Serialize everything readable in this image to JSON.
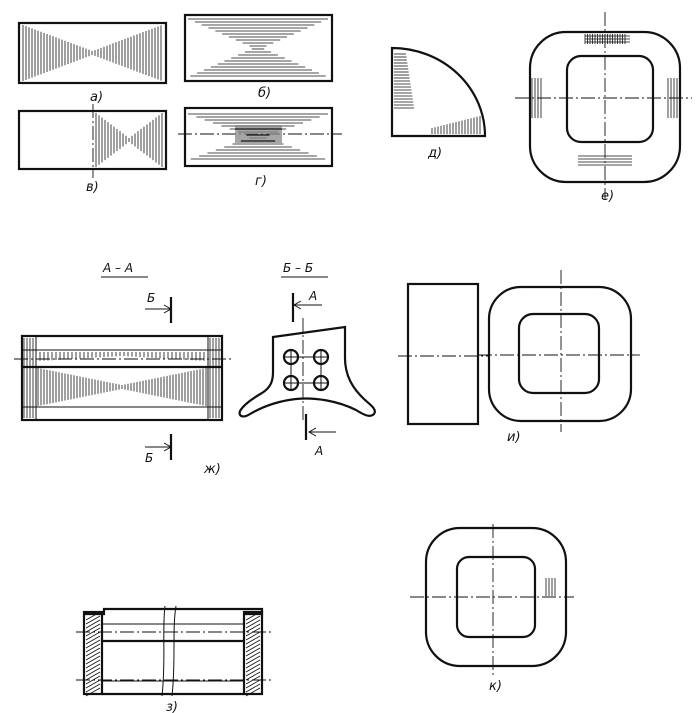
{
  "labels": {
    "a": "а)",
    "b": "б)",
    "v": "в)",
    "g": "г)",
    "d": "д)",
    "e": "е)",
    "zh": "ж)",
    "i": "и)",
    "z": "з)",
    "k": "к)"
  },
  "sections": {
    "aa_title": "А – А",
    "bb_title": "Б – Б",
    "b_mark": "Б",
    "a_mark": "А"
  }
}
